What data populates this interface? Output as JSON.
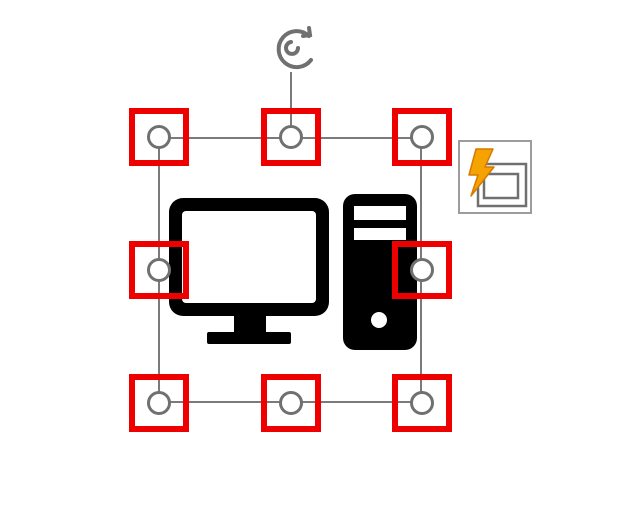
{
  "canvas": {
    "background": "#ffffff"
  },
  "selected_object": {
    "icon": "desktop-computer-icon",
    "icon_color": "#000000",
    "frame_color": "#7a7a7a"
  },
  "rotation_handle": {
    "icon": "rotate-icon",
    "color": "#707070"
  },
  "resize_handles": {
    "highlight_color": "#ee0000",
    "handle_stroke": "#707070",
    "items": [
      "top-left",
      "top-center",
      "top-right",
      "middle-left",
      "middle-right",
      "bottom-left",
      "bottom-center",
      "bottom-right"
    ]
  },
  "quick_action": {
    "icon": "lightning-layout-icon",
    "accent_color": "#f5a300"
  }
}
